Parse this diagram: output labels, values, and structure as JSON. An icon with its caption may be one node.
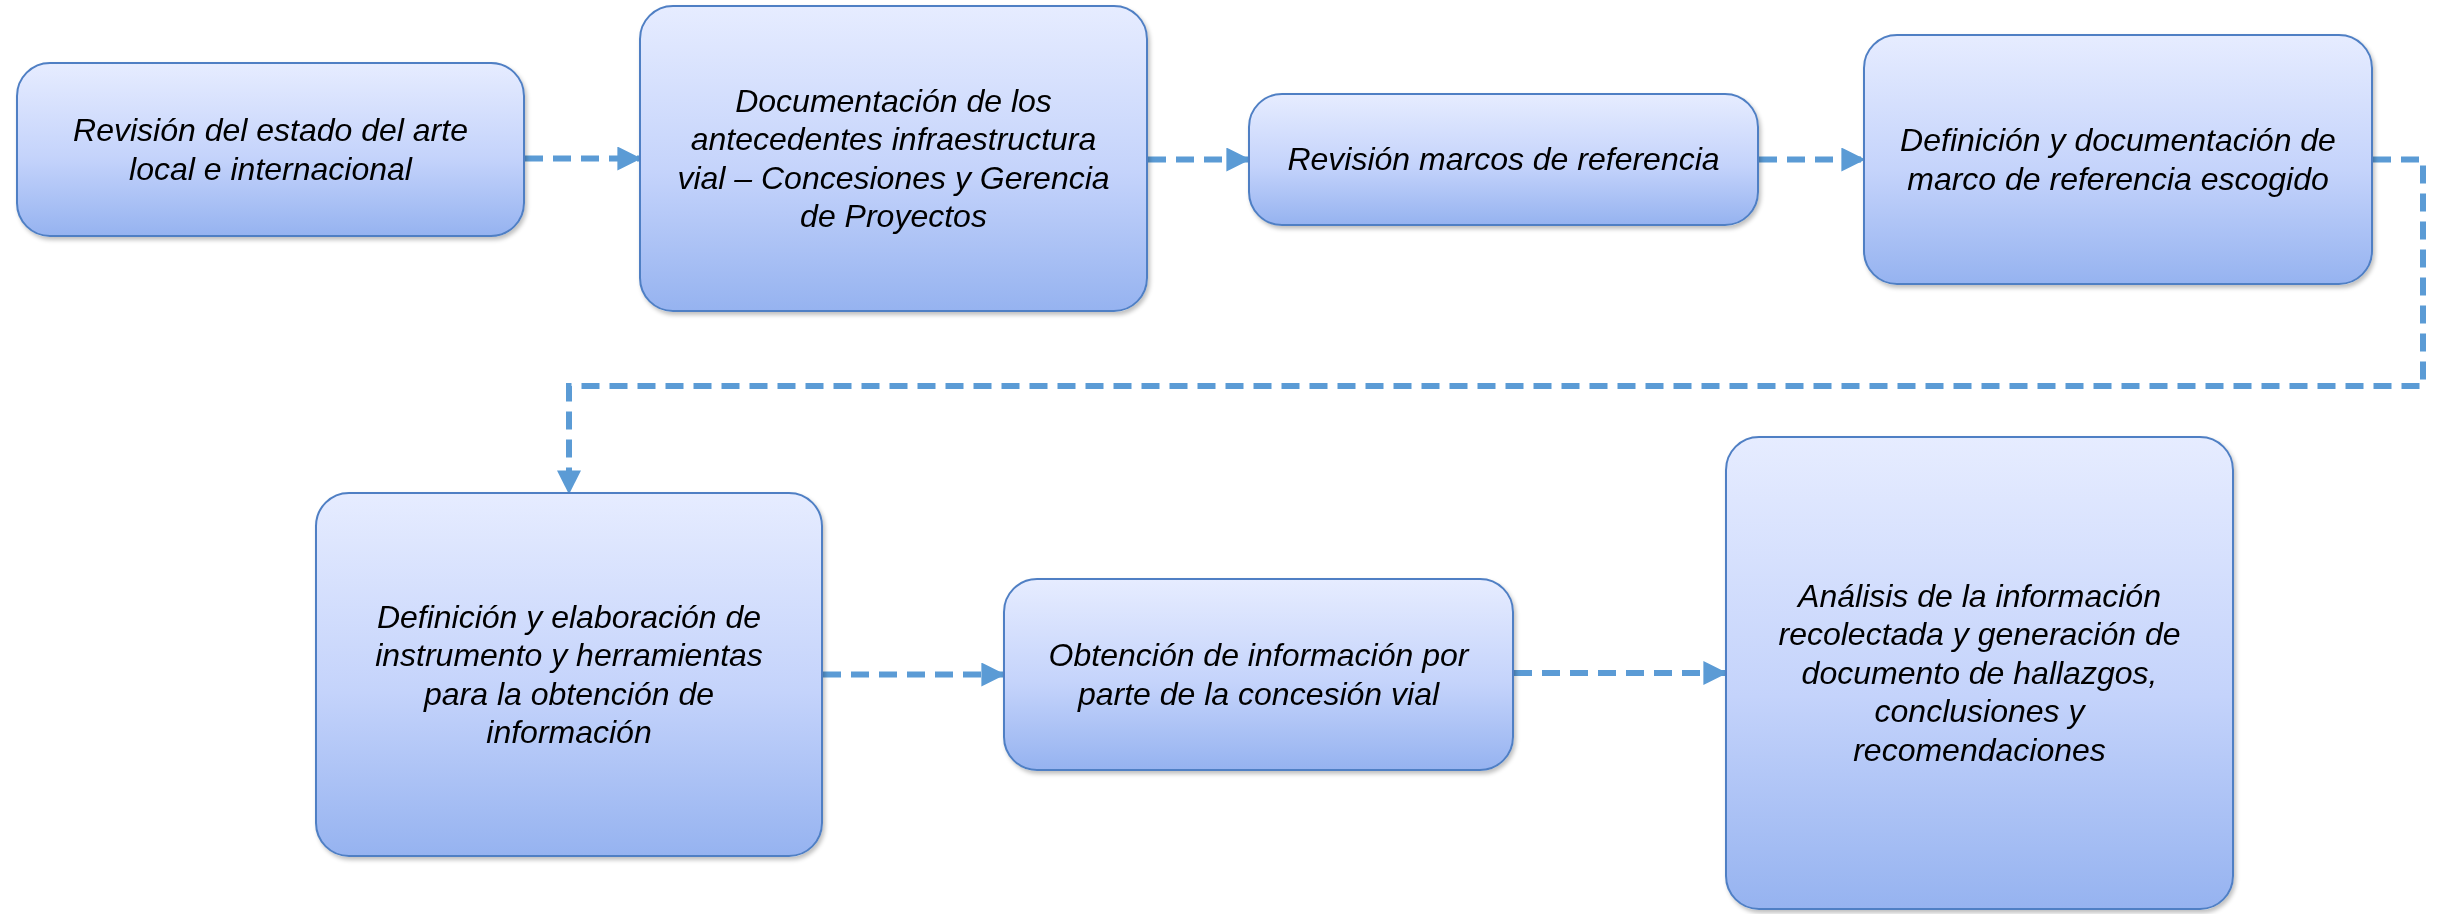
{
  "diagram": {
    "nodes": [
      {
        "text": [
          "Revisión del estado del arte local e internacional"
        ]
      },
      {
        "text": [
          "Documentación de los antecedentes infraestructura vial – Concesiones y Gerencia de Proyectos"
        ]
      },
      {
        "text": [
          "Revisión marcos de referencia"
        ]
      },
      {
        "text": [
          "Definición y documentación de marco de referencia escogido"
        ]
      },
      {
        "text": [
          "Definición y elaboración de instrumento y herramientas para la obtención de información"
        ]
      },
      {
        "text": [
          "Obtención de información por parte de la concesión vial"
        ]
      },
      {
        "text": [
          "Análisis de la información recolectada y generación de documento de hallazgos, conclusiones y recomendaciones"
        ]
      }
    ],
    "edges": [
      {
        "from": 0,
        "to": 1,
        "arrow": "to",
        "style": "dashed"
      },
      {
        "from": 1,
        "to": 2,
        "arrow": "to",
        "style": "dashed"
      },
      {
        "from": 2,
        "to": 3,
        "arrow": "to",
        "style": "dashed"
      },
      {
        "from": 3,
        "to": 4,
        "arrow": "to",
        "style": "dashed"
      },
      {
        "from": 4,
        "to": 5,
        "arrow": "to",
        "style": "dashed"
      },
      {
        "from": 5,
        "to": 6,
        "arrow": "to",
        "style": "dashed"
      }
    ]
  }
}
